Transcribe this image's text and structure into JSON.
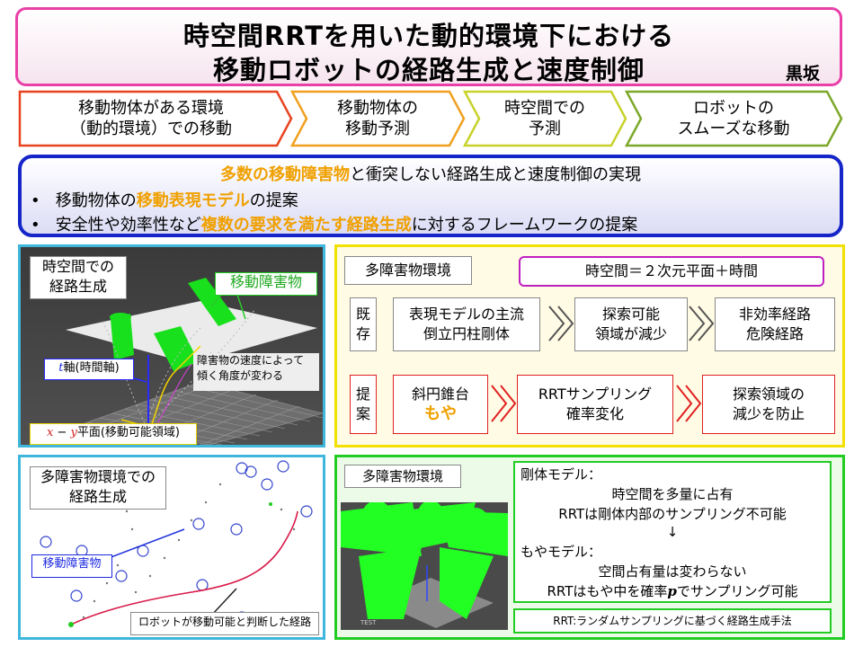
{
  "title": {
    "line1": "時空間RRTを用いた動的環境下における",
    "line2": "移動ロボットの経路生成と速度制御",
    "author": "黒坂"
  },
  "flow": [
    {
      "l1": "移動物体がある環境",
      "l2": "（動的環境）での移動",
      "color": "#e8431f"
    },
    {
      "l1": "移動物体の",
      "l2": "移動予測",
      "color": "#f0a01e"
    },
    {
      "l1": "時空間での",
      "l2": "予測",
      "color": "#c8d22a"
    },
    {
      "l1": "ロボットの",
      "l2": "スムーズな移動",
      "color": "#7ca82a"
    }
  ],
  "summary": {
    "head_hl": "多数の移動障害物",
    "head_rest": "と衝突しない経路生成と速度制御の実現",
    "b1_pre": "移動物体の",
    "b1_hl": "移動表現モデル",
    "b1_post": "の提案",
    "b2_pre": "安全性や効率性など",
    "b2_hl": "複数の要求を満たす経路生成",
    "b2_post": "に対するフレームワークの提案",
    "bullet": "•"
  },
  "panel_tl": {
    "label": "時空間での\n経路生成",
    "obstacle_label": "移動障害物",
    "taxis_var": "t",
    "taxis_label": "軸(時間軸)",
    "note": "障害物の速度によって\n傾く角度が変わる",
    "plane_var1": "x",
    "plane_dash": " − ",
    "plane_var2": "y",
    "plane_label": "平面(移動可能領域)"
  },
  "panel_tr": {
    "env_label": "多障害物環境",
    "equation": "時空間＝２次元平面＋時間",
    "row1_label": "既\n存",
    "row1_a": "表現モデルの主流\n倒立円柱剛体",
    "row1_b": "探索可能\n領域が減少",
    "row1_c": "非効率経路\n危険経路",
    "row2_label": "提\n案",
    "row2_a1": "斜円錐台",
    "row2_a2": "もや",
    "row2_b": "RRTサンプリング\n確率変化",
    "row2_c": "探索領域の\n減少を防止"
  },
  "panel_bl": {
    "label": "多障害物環境での\n経路生成",
    "obstacle_label": "移動障害物",
    "path_label": "ロボットが移動可能と判断した経路"
  },
  "panel_br": {
    "env_label": "多障害物環境",
    "rigid_head": "剛体モデル：",
    "rigid_1": "時空間を多量に占有",
    "rigid_2": "RRTは剛体内部のサンプリング不可能",
    "arrow": "↓",
    "moya_head": "もやモデル：",
    "moya_1": "空間占有量は変わらない",
    "moya_2a": "RRTはもや中を確率",
    "moya_2var": "p",
    "moya_2b": "でサンプリング可能",
    "footer": "RRT:ランダムサンプリングに基づく経路生成手法",
    "render_text": "TEST"
  }
}
